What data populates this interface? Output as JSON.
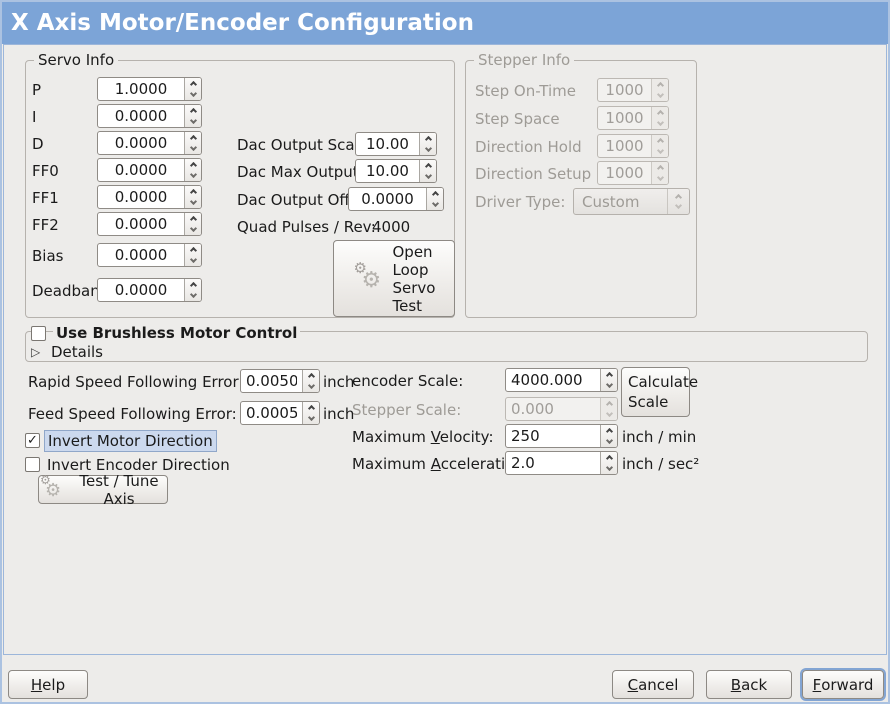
{
  "window": {
    "title": "X Axis Motor/Encoder Configuration"
  },
  "colors": {
    "titlebar": "#7ca4d7",
    "background": "#edecea",
    "focus_ring": "#83a5d3",
    "highlight_bg": "#ccd9ee",
    "disabled_text": "#9e9b96"
  },
  "icons": {
    "gear": "⚙",
    "expander_collapsed": "▷",
    "check": "✓"
  },
  "servo_info": {
    "title": "Servo Info",
    "fields": [
      {
        "label": "P",
        "value": "1.0000"
      },
      {
        "label": "I",
        "value": "0.0000"
      },
      {
        "label": "D",
        "value": "0.0000"
      },
      {
        "label": "FF0",
        "value": "0.0000"
      },
      {
        "label": "FF1",
        "value": "0.0000"
      },
      {
        "label": "FF2",
        "value": "0.0000"
      },
      {
        "label": "Bias",
        "value": "0.0000"
      },
      {
        "label": "Deadband",
        "value": "0.0000"
      }
    ]
  },
  "dac": {
    "rows": [
      {
        "label": "Dac Output Scale:",
        "value": "10.00"
      },
      {
        "label": "Dac Max Output:",
        "value": "10.00"
      },
      {
        "label": "Dac Output Offset:",
        "value": "0.0000"
      }
    ],
    "quad_label": "Quad Pulses / Rev:",
    "quad_value": "4000"
  },
  "open_loop_button": {
    "label": "Open\nLoop\nServo\nTest"
  },
  "stepper_info": {
    "title": "Stepper Info",
    "fields": [
      {
        "label": "Step On-Time",
        "value": "1000"
      },
      {
        "label": "Step Space",
        "value": "1000"
      },
      {
        "label": "Direction Hold",
        "value": "1000"
      },
      {
        "label": "Direction Setup",
        "value": "1000"
      }
    ],
    "driver_type_label": "Driver Type:",
    "driver_type_value": "Custom"
  },
  "brushless": {
    "label": "Use Brushless Motor Control",
    "checked": false,
    "details_label": "Details"
  },
  "following_errors": [
    {
      "label": "Rapid Speed Following Error:",
      "value": "0.0050",
      "unit": "inch"
    },
    {
      "label": "Feed Speed Following Error:",
      "value": "0.0005",
      "unit": "inch"
    }
  ],
  "invert": {
    "motor": {
      "label": "Invert Motor Direction",
      "checked": true
    },
    "encoder": {
      "label": "Invert Encoder Direction",
      "checked": false
    }
  },
  "test_tune_button": {
    "label": "Test / Tune Axis"
  },
  "scale": {
    "encoder_label": "encoder Scale:",
    "encoder_value": "4000.000",
    "calculate_label": "Calculate\nScale",
    "stepper_label": "Stepper Scale:",
    "stepper_value": "0.000"
  },
  "motion": {
    "velocity": {
      "label": {
        "pre": "Maximum ",
        "mn": "V",
        "post": "elocity:"
      },
      "value": "250",
      "unit": "inch / min"
    },
    "acceleration": {
      "label": {
        "pre": "Maximum ",
        "mn": "A",
        "post": "cceleration:"
      },
      "value": "2.0",
      "unit": "inch / sec²"
    }
  },
  "action_buttons": {
    "help": {
      "pre": "",
      "mn": "H",
      "post": "elp"
    },
    "cancel": {
      "pre": "",
      "mn": "C",
      "post": "ancel"
    },
    "back": {
      "pre": "",
      "mn": "B",
      "post": "ack"
    },
    "forward": {
      "pre": "",
      "mn": "F",
      "post": "orward"
    }
  }
}
